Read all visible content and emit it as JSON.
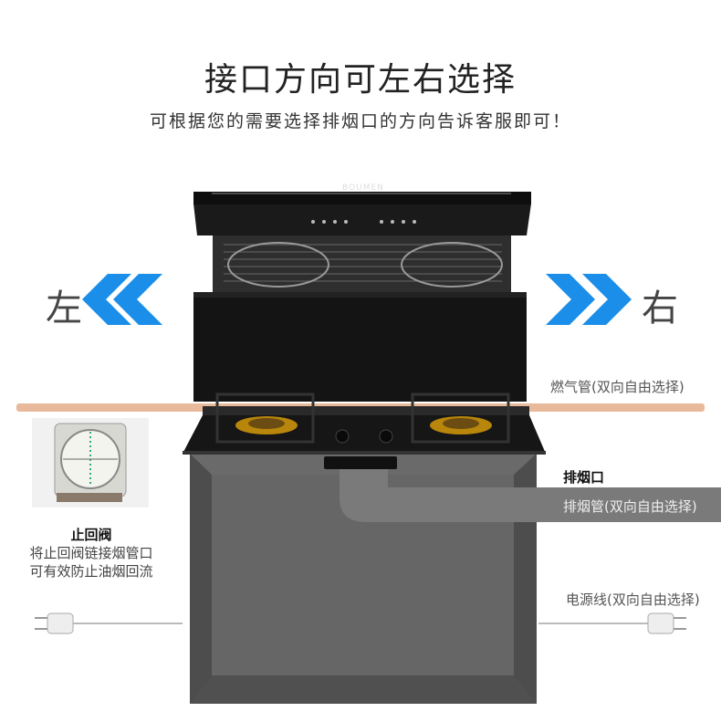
{
  "header": {
    "title": "接口方向可左右选择",
    "subtitle": "可根据您的需要选择排烟口的方向告诉客服即可！"
  },
  "product": {
    "brand": "BOUMEN"
  },
  "directions": {
    "left": "左",
    "right": "右"
  },
  "labels": {
    "gas_pipe": "燃气管(双向自由选择)",
    "exhaust_port": "排烟口",
    "exhaust_pipe": "排烟管(双向自由选择)",
    "power_cord": "电源线(双向自由选择)"
  },
  "check_valve": {
    "title": "止回阀",
    "desc_line1": "将止回阀链接烟管口",
    "desc_line2": "可有效防止油烟回流"
  },
  "colors": {
    "arrow_blue": "#1a8ee8",
    "cabinet": "#5a5a5a",
    "gas_pipe": "#e8b99a",
    "exhaust_pipe": "#777777"
  }
}
